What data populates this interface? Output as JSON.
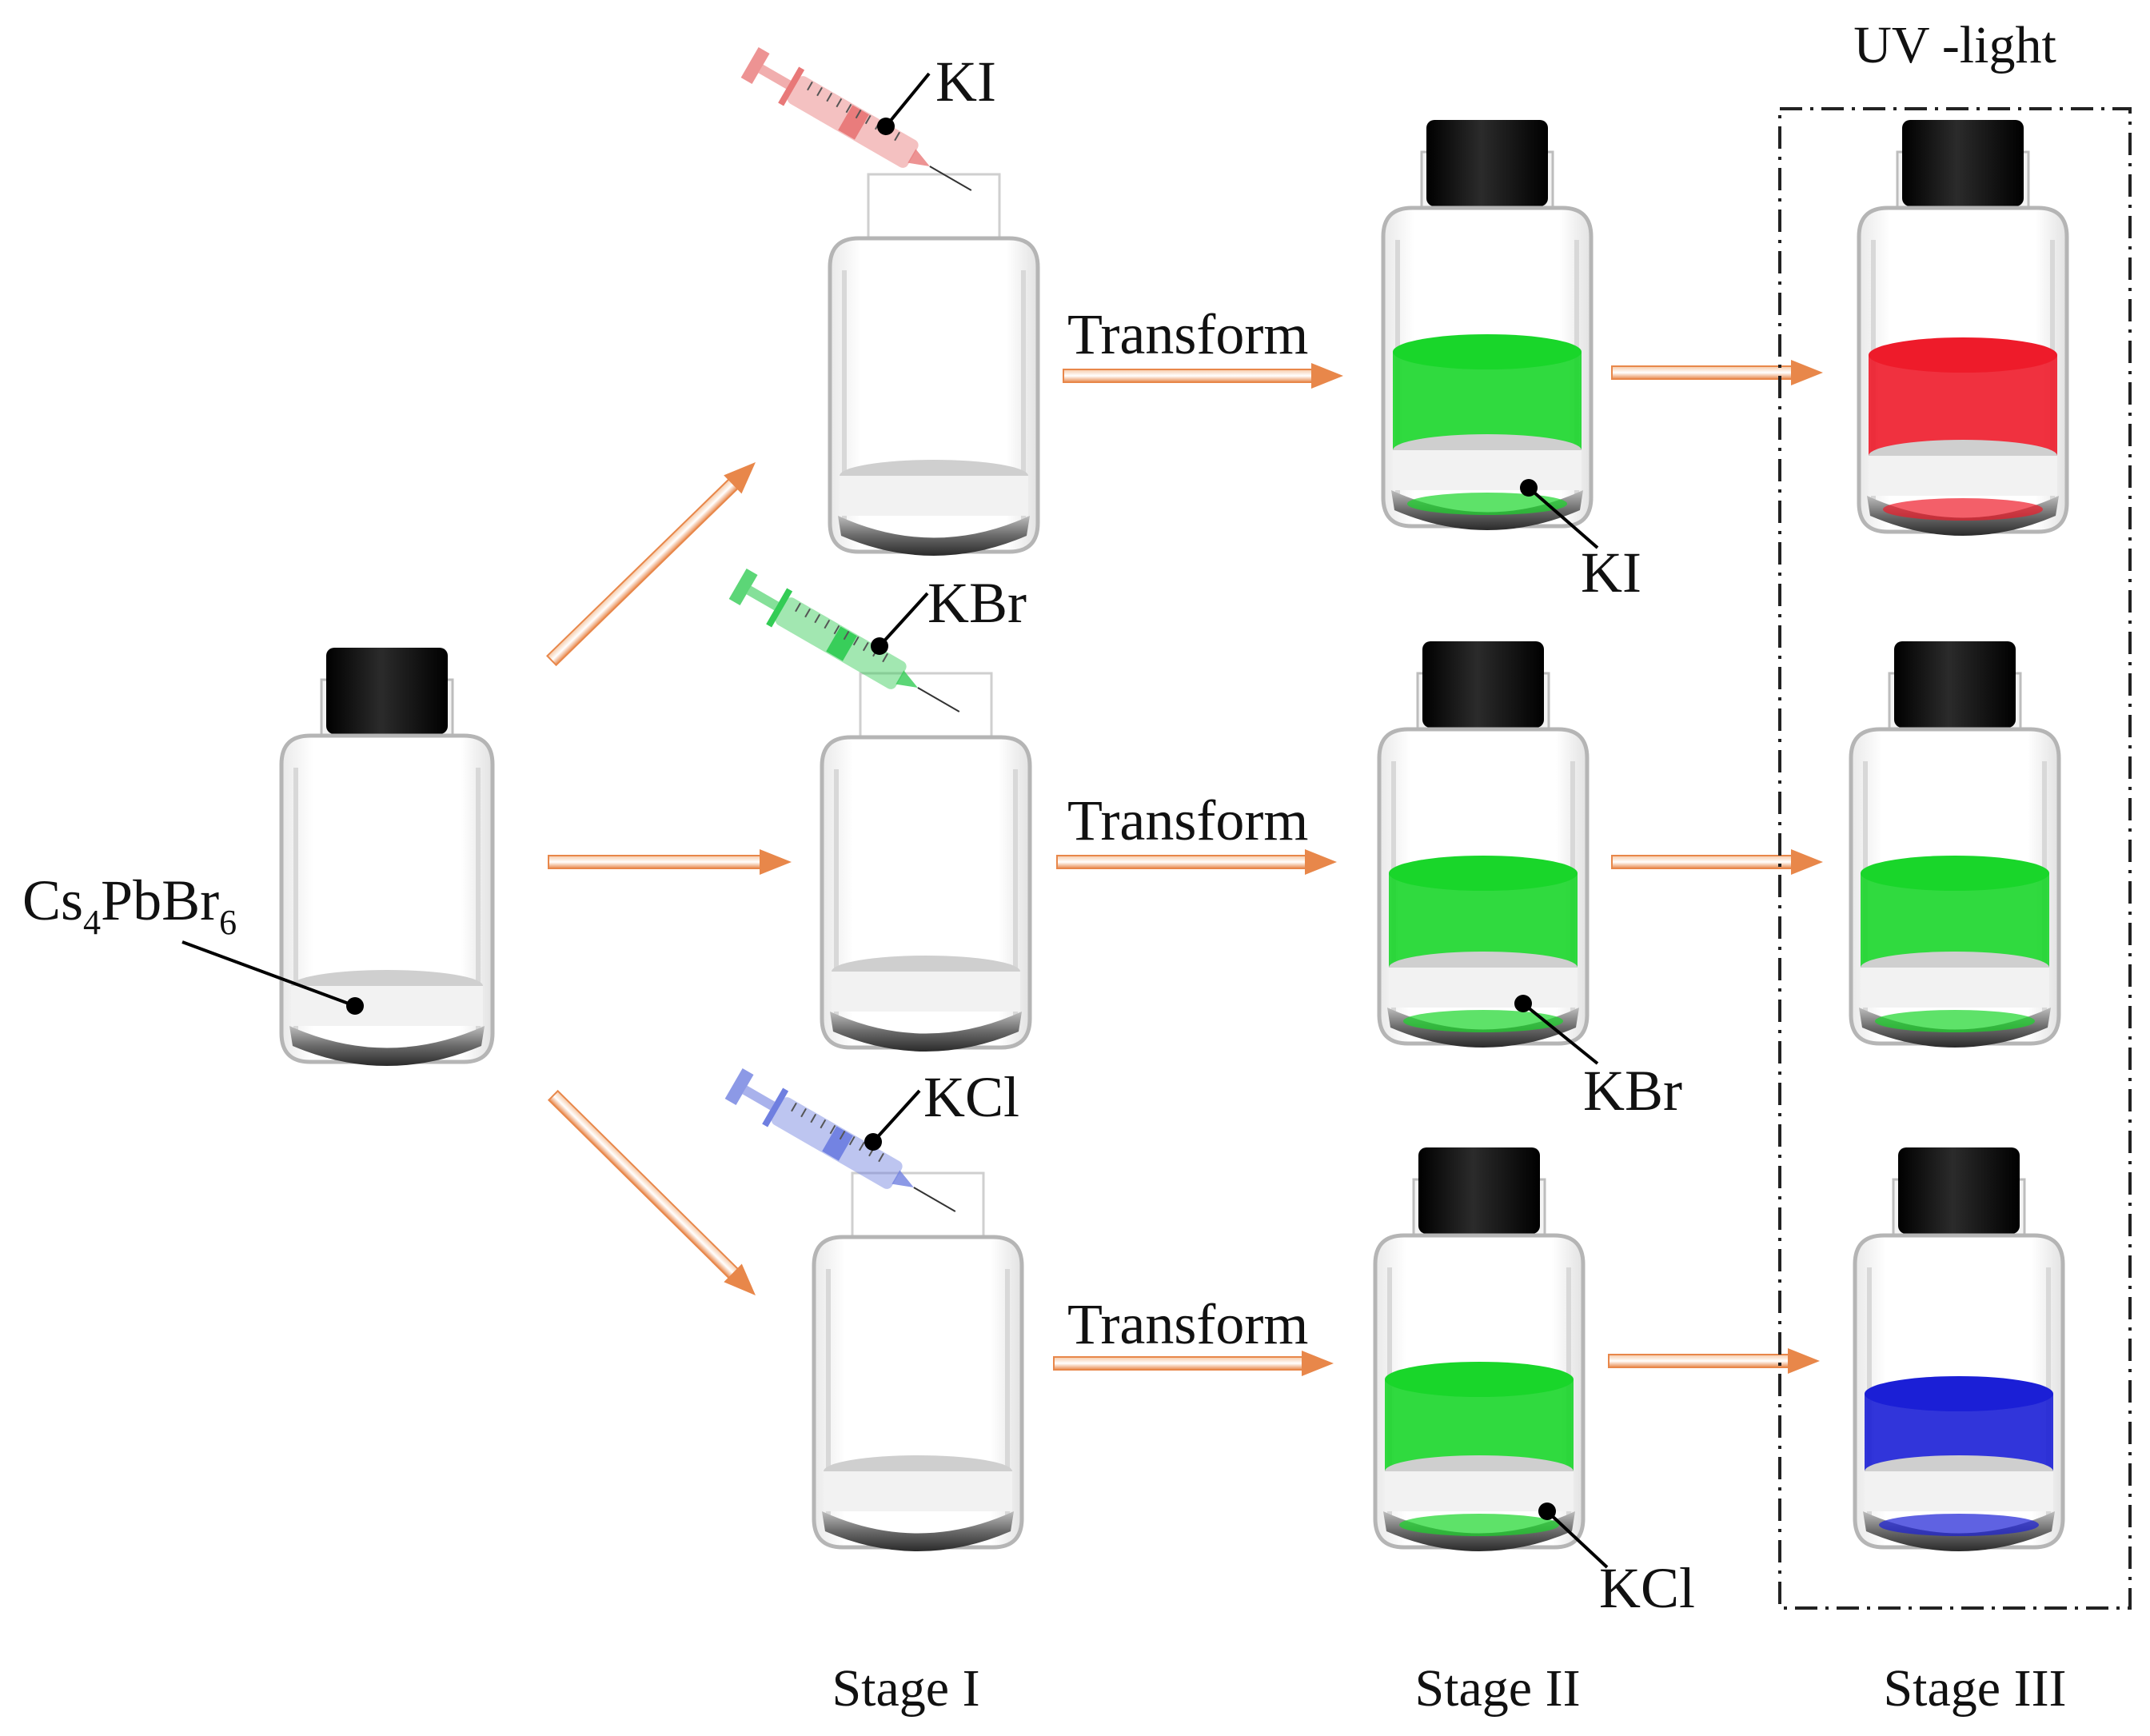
{
  "title": "UV -light",
  "stages": [
    "Stage I",
    "Stage II",
    "Stage III"
  ],
  "arrow_label": "Transform",
  "precursor": {
    "base": "Cs",
    "sub1": "4",
    "mid": "PbBr",
    "sub2": "6"
  },
  "reagents": [
    {
      "name": "KI",
      "syringe_color": "#e87878",
      "uv_color": "#ee1b2a"
    },
    {
      "name": "KBr",
      "syringe_color": "#33cc55",
      "uv_color": "#19d62a"
    },
    {
      "name": "KCl",
      "syringe_color": "#6f7fe0",
      "uv_color": "#1b1fd6"
    }
  ],
  "colors": {
    "arrow": "#e8874a",
    "green_liquid": "#19d62a",
    "cap": "#111111"
  }
}
